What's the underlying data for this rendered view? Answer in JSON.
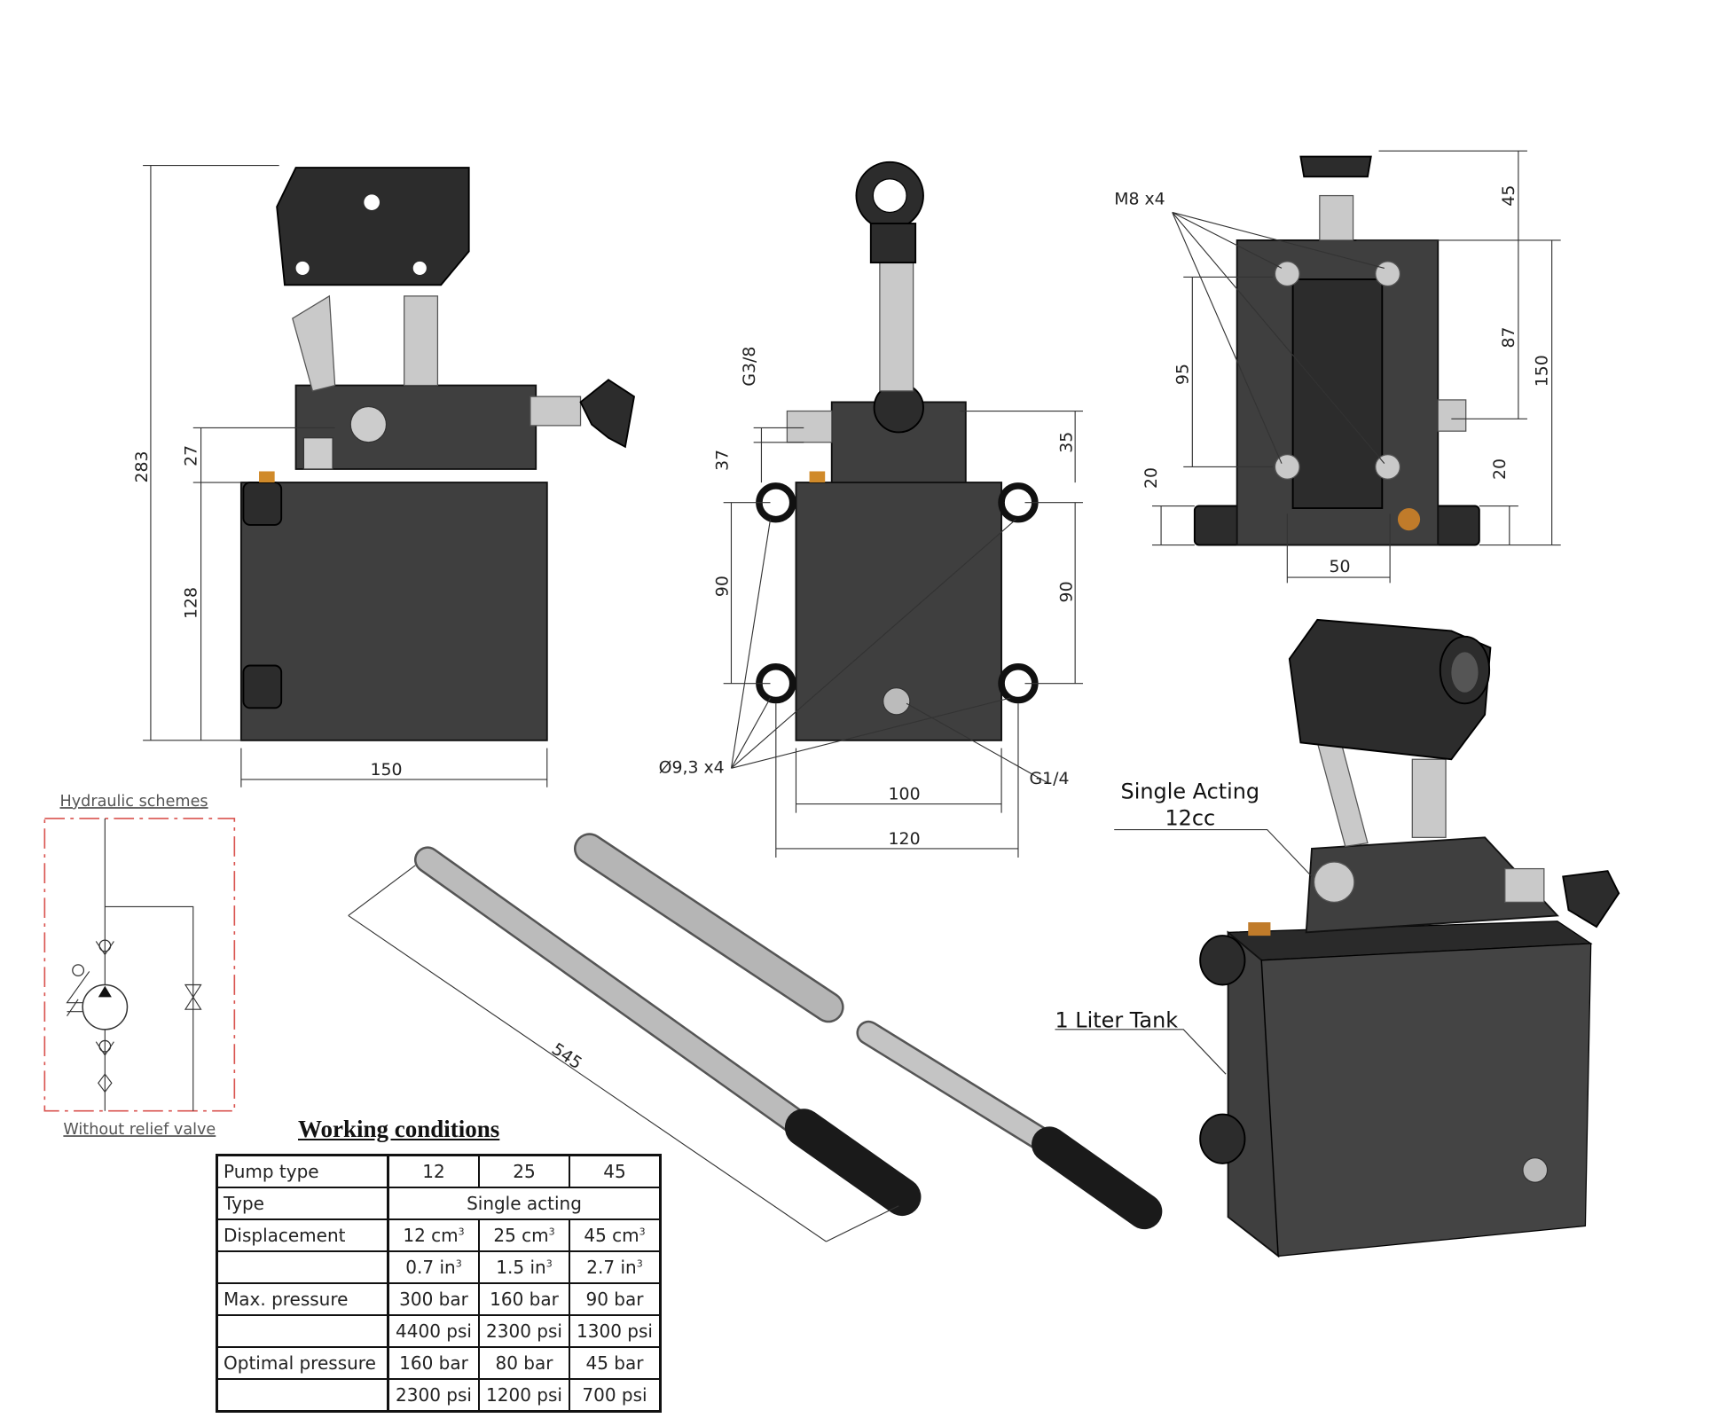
{
  "front_view": {
    "dims": {
      "total_height": "283",
      "upper": "27",
      "tank_height": "128",
      "width": "150"
    }
  },
  "side_view": {
    "dims": {
      "port_thread": "G3/8",
      "port_offset": "37",
      "mount_left": "90",
      "top_offset": "35",
      "mount_right": "90",
      "hole_spacing": "100",
      "overall_width": "120",
      "mount_holes": "Ø9,3 x4",
      "drain_thread": "G1/4"
    }
  },
  "top_view": {
    "dims": {
      "bolts": "M8 x4",
      "knob": "45",
      "mid": "87",
      "overall": "150",
      "bolt_spacing": "95",
      "base_left": "20",
      "base_right": "20",
      "cylinder": "50"
    }
  },
  "iso_view": {
    "label_pump": "Single Acting",
    "label_pump_cc": "12cc",
    "label_tank": "1 Liter Tank"
  },
  "handle": {
    "length": "545"
  },
  "hydraulic": {
    "title": "Hydraulic schemes",
    "caption": "Without relief valve"
  },
  "working_conditions": {
    "title": "Working conditions",
    "header": {
      "label": "Pump type",
      "values": [
        "12",
        "25",
        "45"
      ]
    },
    "type_row": {
      "label": "Type",
      "value": "Single acting"
    },
    "rows": [
      {
        "label": "Displacement",
        "values": [
          "12 cm",
          "25 cm",
          "45 cm"
        ],
        "sup": "3"
      },
      {
        "label": "",
        "values": [
          "0.7 in",
          "1.5 in",
          "2.7 in"
        ],
        "sup": "3"
      },
      {
        "label": "Max. pressure",
        "values": [
          "300 bar",
          "160 bar",
          "90 bar"
        ]
      },
      {
        "label": "",
        "values": [
          "4400 psi",
          "2300 psi",
          "1300  psi"
        ]
      },
      {
        "label": "Optimal pressure",
        "values": [
          "160 bar",
          "80 bar",
          "45  bar"
        ]
      },
      {
        "label": "",
        "values": [
          "2300 psi",
          "1200 psi",
          "700   psi"
        ]
      }
    ]
  },
  "colors": {
    "scheme_border": "#d9534f",
    "body": "#3f3f3f"
  }
}
